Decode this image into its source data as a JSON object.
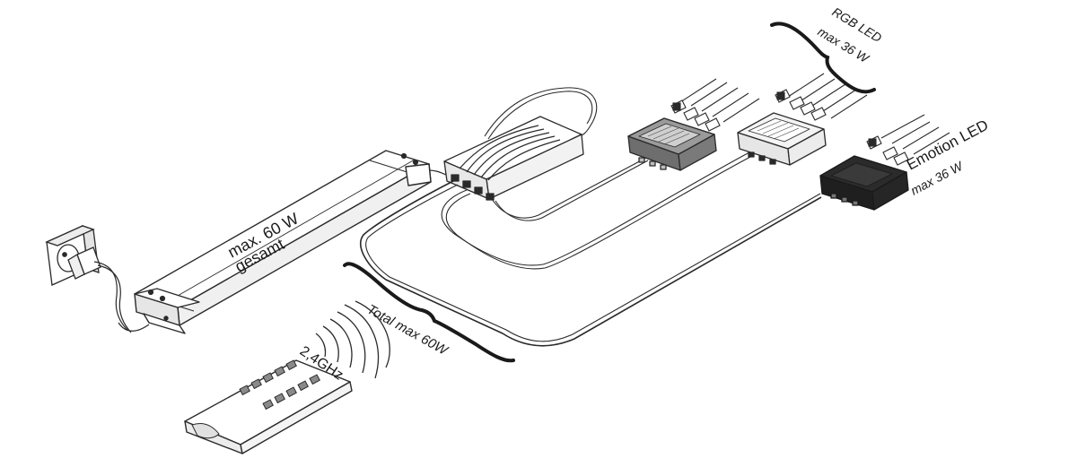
{
  "labels": {
    "driver_line1": "max. 60 W",
    "driver_line2": "gesamt",
    "rgb_line1": "RGB LED",
    "rgb_line2": "max 36 W",
    "emotion_line1": "Emotion LED",
    "emotion_line2": "max 36 W",
    "total": "Total max 60W",
    "frequency": "2,4GHz"
  },
  "colors": {
    "line": "#2a2a2a",
    "dark_box": "#2b2b2b",
    "gray_box": "#8a8a8a",
    "light_box": "#f2f2f2",
    "background": "#ffffff"
  }
}
